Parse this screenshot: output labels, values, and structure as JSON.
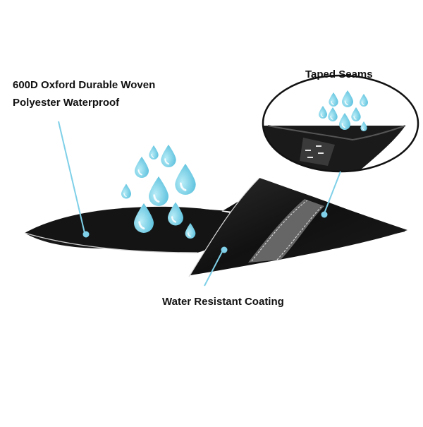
{
  "labels": {
    "fabric_line1": "600D Oxford Durable Woven",
    "fabric_line2": "Polyester Waterproof",
    "taped_seams": "Taped Seams",
    "coating": "Water Resistant Coating"
  },
  "colors": {
    "fabric": "#141414",
    "fabric_highlight": "#3a3a3a",
    "seam_tape": "#6b6b6b",
    "stitching": "#e6e6e6",
    "water_drop": "#7fd0e8",
    "water_drop_highlight": "#ffffff",
    "callout_line": "#7fd0e8",
    "background": "#ffffff"
  },
  "icons": {
    "drops": "water-drop-icon",
    "zoom_inset": "magnified-seam-inset"
  }
}
